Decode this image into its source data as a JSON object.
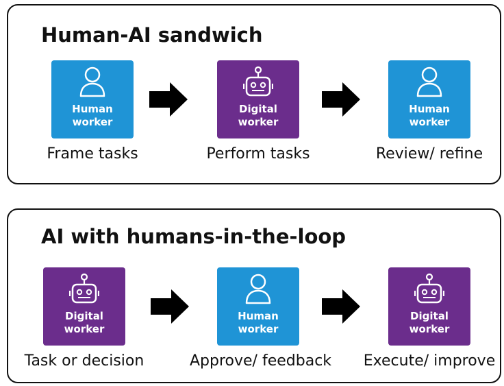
{
  "panels": [
    {
      "title": "Human-AI sandwich",
      "steps": [
        {
          "role": "human",
          "icon": "person-icon",
          "line1": "Human",
          "line2": "worker",
          "caption": "Frame tasks"
        },
        {
          "role": "digital",
          "icon": "robot-icon",
          "line1": "Digital",
          "line2": "worker",
          "caption": "Perform tasks"
        },
        {
          "role": "human",
          "icon": "person-icon",
          "line1": "Human",
          "line2": "worker",
          "caption": "Review/ refine"
        }
      ]
    },
    {
      "title": "AI with humans-in-the-loop",
      "steps": [
        {
          "role": "digital",
          "icon": "robot-icon",
          "line1": "Digital",
          "line2": "worker",
          "caption": "Task or decision"
        },
        {
          "role": "human",
          "icon": "person-icon",
          "line1": "Human",
          "line2": "worker",
          "caption": "Approve/ feedback"
        },
        {
          "role": "digital",
          "icon": "robot-icon",
          "line1": "Digital",
          "line2": "worker",
          "caption": "Execute/ improve"
        }
      ]
    }
  ],
  "colors": {
    "human": "#1f94d6",
    "digital": "#6b2d8c",
    "border": "#111111",
    "arrow": "#000000"
  }
}
